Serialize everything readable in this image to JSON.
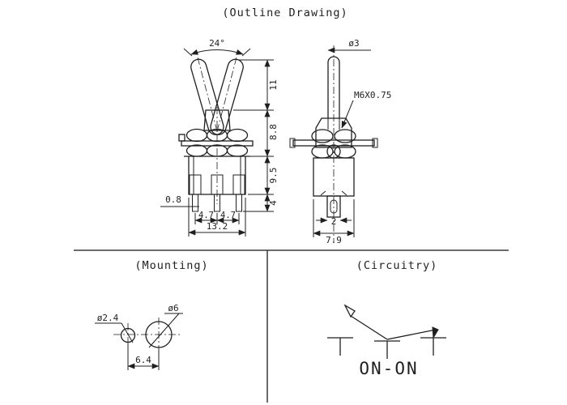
{
  "window": {
    "background": "#ffffff",
    "ink": "#1f1f1f"
  },
  "sections": {
    "outline": {
      "title": "(Outline Drawing)"
    },
    "mounting": {
      "title": "(Mounting)"
    },
    "circuitry": {
      "title": "(Circuitry)",
      "mode_label": "ON-ON"
    }
  },
  "front_view": {
    "throw_angle": "24°",
    "dim_lever_height": "11",
    "dim_bushing_height": "8.8",
    "dim_body_height": "9.5",
    "dim_terminal_length": "4",
    "dim_terminal_thickness": "0.8",
    "dim_pin_pitch_a": "4.7",
    "dim_pin_pitch_b": "4.7",
    "dim_body_width": "13.2"
  },
  "side_view": {
    "dim_actuator_diameter": "ø3",
    "thread_spec": "M6X0.75",
    "dim_terminal_width": "2",
    "dim_body_depth": "7.9"
  },
  "mounting_view": {
    "dim_hole_small": "ø2.4",
    "dim_hole_large": "ø6",
    "dim_hole_spacing": "6.4"
  }
}
